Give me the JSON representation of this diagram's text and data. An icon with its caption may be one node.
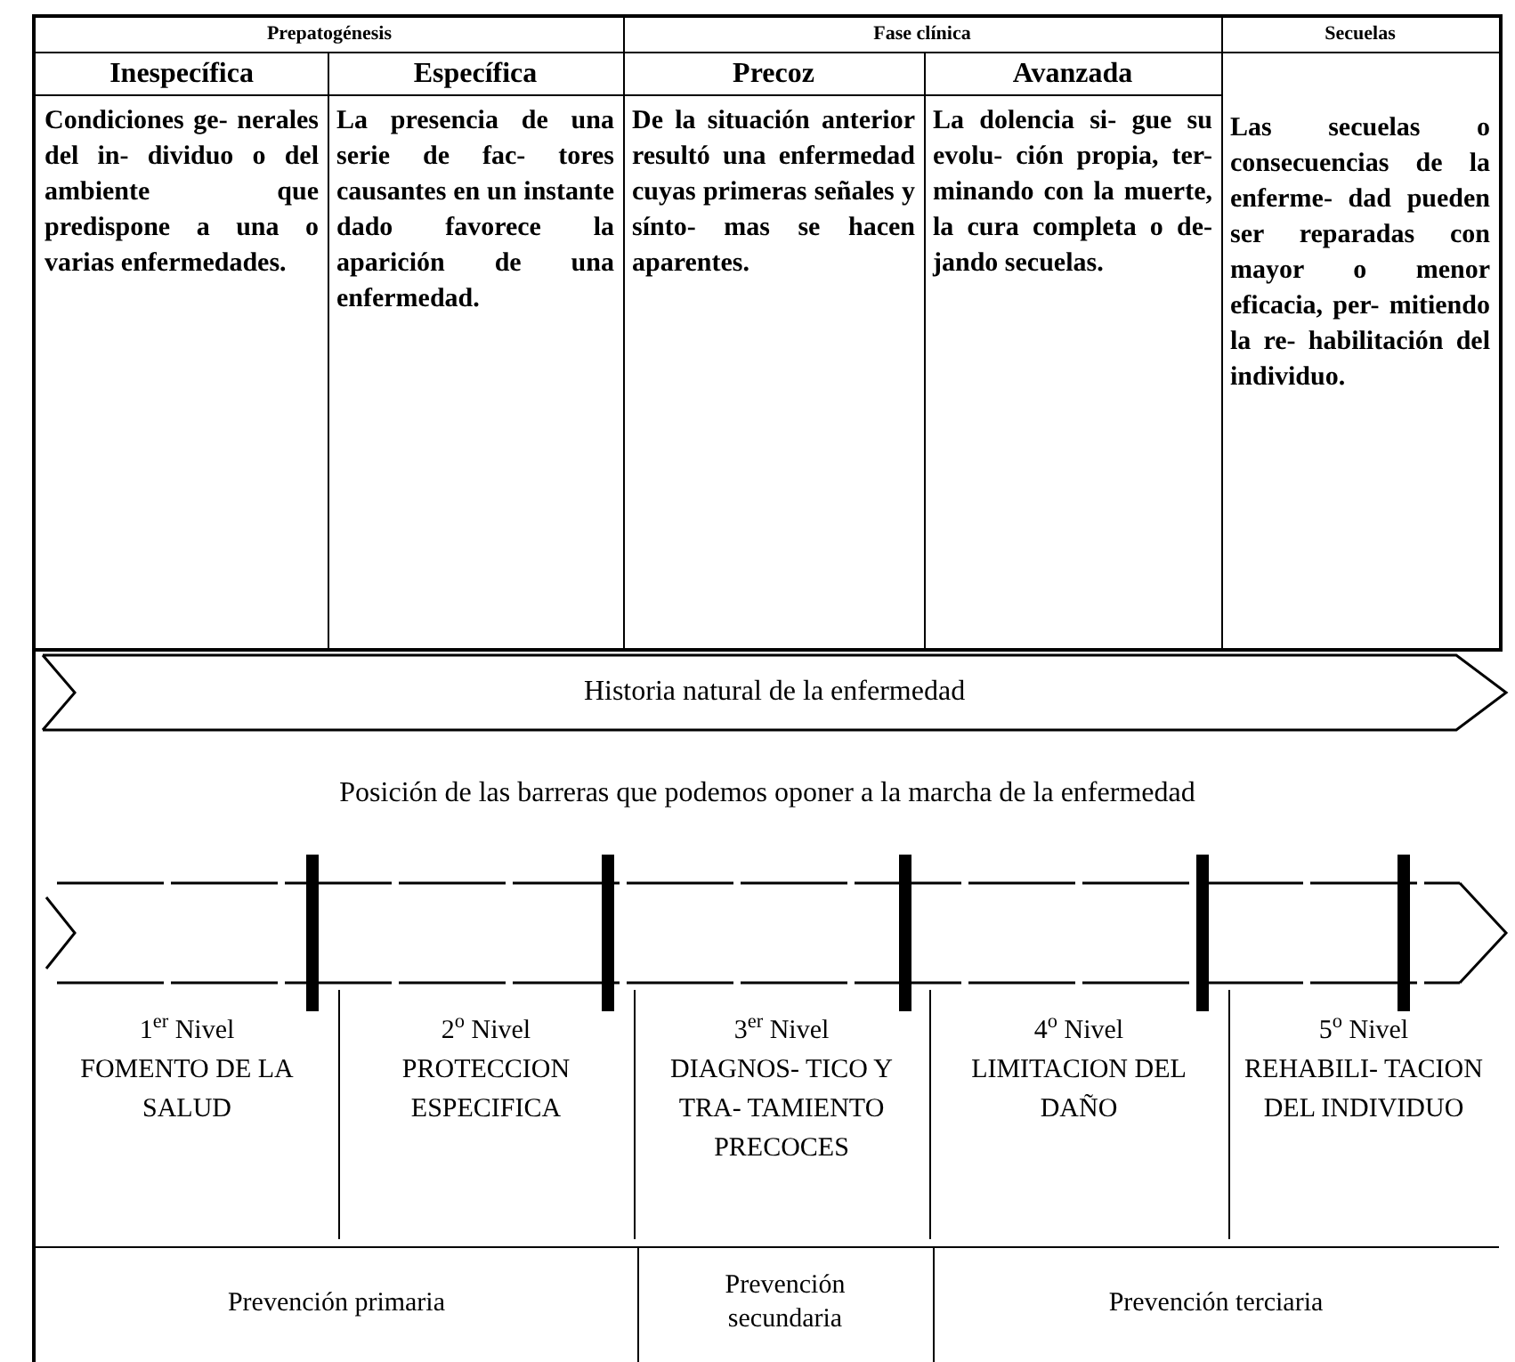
{
  "diagram": {
    "nodes": [
      {
        "text": [
          "Historia natural de la enfermedad"
        ]
      }
    ],
    "labels": [
      "Prepatogénesis",
      "Fase clínica",
      "Secuelas",
      "Inespecífica",
      "Específica",
      "Precoz",
      "Avanzada",
      "Condiciones ge- nerales del in- dividuo o del ambiente que predispone a una o varias enfermedades.",
      "La presencia de una serie de fac- tores causantes en un instante dado favorece la aparición de una enfermedad.",
      "De la situación anterior resultó una enfermedad cuyas primeras señales y sínto- mas se hacen aparentes.",
      "La dolencia si- gue su evolu- ción propia, ter- minando con la muerte, la cura completa o de- jando secuelas.",
      "Las secuelas o consecuencias de la enferme- dad pueden ser reparadas con mayor o menor eficacia, per- mitiendo la re- habilitación del individuo.",
      "Posición de las barreras que podemos oponer a la marcha de la enfermedad",
      "1$^{er}$ Nivel",
      "FOMENTO DE LA SALUD",
      "2$^{o}$ Nivel",
      "PROTECCION ESPECIFICA",
      "3$^{er}$ Nivel",
      "DIAGNOS- TICO Y TRA- TAMIENTO PRECOCES",
      "4$^{o}$ Nivel",
      "LIMITACION DEL DAÑO",
      "5$^{o}$ Nivel",
      "REHABILI- TACION DEL INDIVIDUO",
      "Prevención primaria",
      "Prevención secundaria",
      "Prevención terciaria"
    ]
  }
}
